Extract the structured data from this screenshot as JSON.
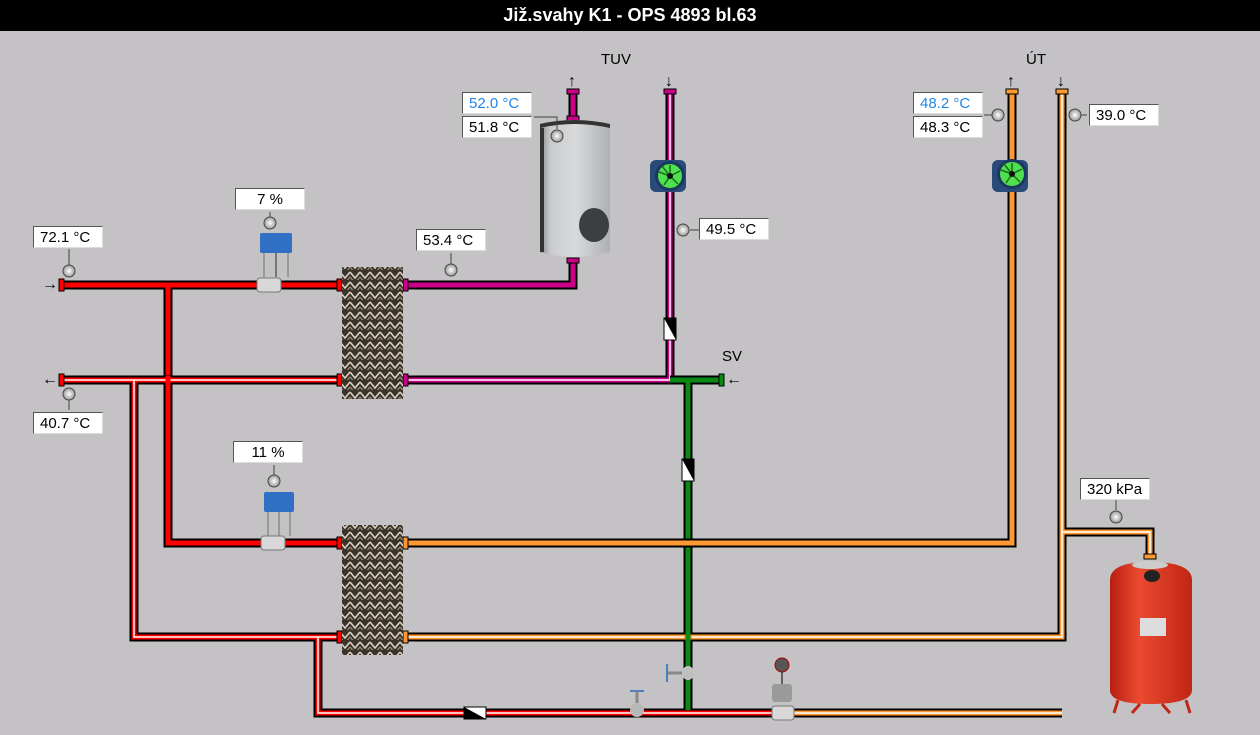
{
  "window": {
    "title": "Již.svahy K1 - OPS 4893 bl.63"
  },
  "labels": {
    "tuv": "TUV",
    "ut": "ÚT",
    "sv": "SV"
  },
  "sensors": {
    "primary_supply_temp": "72.1 °C",
    "primary_return_temp": "40.7 °C",
    "valve_tuv_position": "7 %",
    "valve_ut_position": "11 %",
    "tuv_hx_outlet_temp": "53.4 °C",
    "tuv_setpoint": "52.0 °C",
    "tuv_tank_temp": "51.8 °C",
    "tuv_circulation_temp": "49.5 °C",
    "ut_setpoint": "48.2 °C",
    "ut_supply_temp": "48.3 °C",
    "ut_return_temp": "39.0 °C",
    "system_pressure": "320 kPa"
  },
  "arrows": {
    "in": "→",
    "out": "←",
    "up": "↑",
    "down": "↓"
  },
  "colors": {
    "background": "#c4c2c5",
    "primary_hot": "#ff0000",
    "tuv_pipe": "#cc0088",
    "ut_pipe": "#ff9933",
    "cold_water": "#0a8a14",
    "setpoint_text": "#1f86e8"
  }
}
